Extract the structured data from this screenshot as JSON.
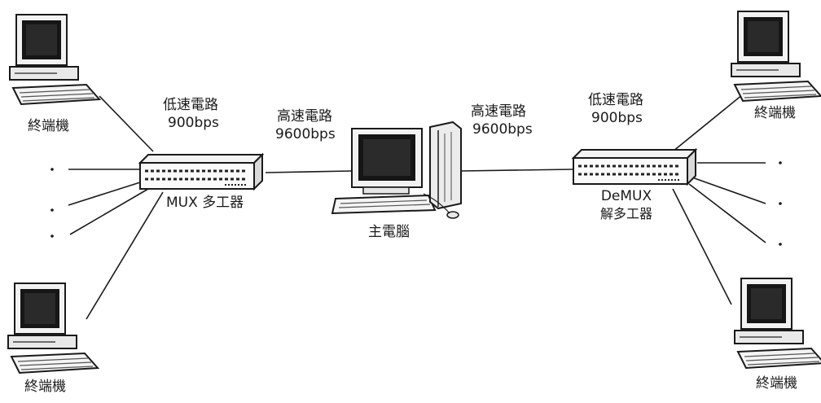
{
  "terminal_label": "終端機",
  "top_right_terminal_label": "終端機",
  "mux": {
    "name": "MUX 多工器",
    "low_speed_line": "低速電路",
    "low_speed_rate": "900bps"
  },
  "demux": {
    "name_line1": "DeMUX",
    "name_line2": "解多工器",
    "low_speed_line": "低速電路",
    "low_speed_rate": "900bps"
  },
  "host": {
    "name": "主電腦",
    "left_high_speed_line": "高速電路",
    "left_high_speed_rate": "9600bps",
    "right_high_speed_line": "高速電路",
    "right_high_speed_rate": "9600bps"
  },
  "icons": {
    "terminal": "terminal-computer-icon",
    "mux_device": "multiplexer-device-icon",
    "demux_device": "demultiplexer-device-icon",
    "host": "host-computer-icon"
  }
}
